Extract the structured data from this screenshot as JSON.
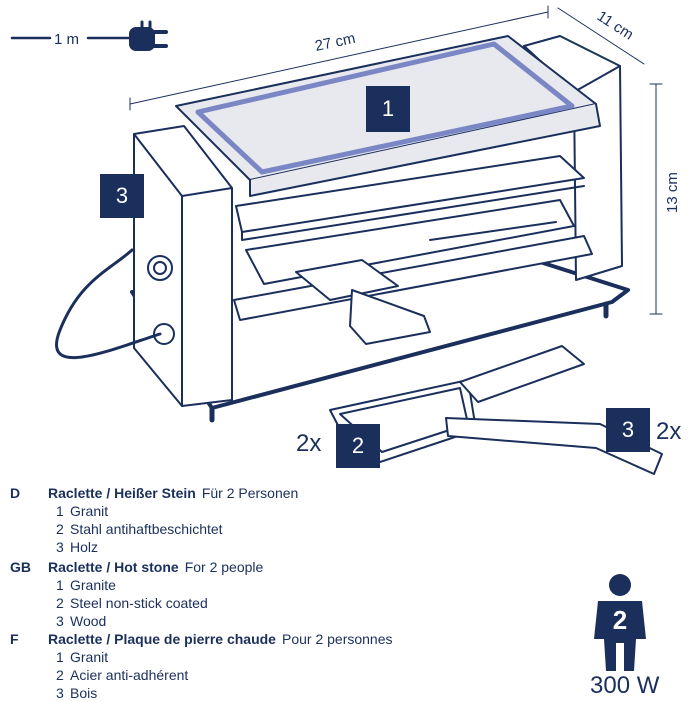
{
  "illustration": {
    "cord_length": "1 m",
    "width": "27 cm",
    "depth": "11 cm",
    "height": "13 cm"
  },
  "badges": {
    "granite": "1",
    "pan": "2",
    "wood": "3"
  },
  "multipliers": {
    "pan": "2x",
    "spatula": "2x"
  },
  "languages": [
    {
      "code": "D",
      "title": "Raclette / Heißer Stein",
      "subtitle": "Für 2 Personen",
      "items": [
        {
          "num": "1",
          "text": "Granit"
        },
        {
          "num": "2",
          "text": "Stahl antihaftbeschichtet"
        },
        {
          "num": "3",
          "text": "Holz"
        }
      ]
    },
    {
      "code": "GB",
      "title": "Raclette / Hot stone",
      "subtitle": "For 2 people",
      "items": [
        {
          "num": "1",
          "text": "Granite"
        },
        {
          "num": "2",
          "text": "Steel non-stick coated"
        },
        {
          "num": "3",
          "text": "Wood"
        }
      ]
    },
    {
      "code": "F",
      "title": "Raclette / Plaque de pierre chaude",
      "subtitle": "Pour 2 personnes",
      "items": [
        {
          "num": "1",
          "text": "Granit"
        },
        {
          "num": "2",
          "text": "Acier anti-adhérent"
        },
        {
          "num": "3",
          "text": "Bois"
        }
      ]
    }
  ],
  "persons": {
    "count": "2",
    "power": "300 W"
  },
  "colors": {
    "primary": "#1b2f5c",
    "stone_outline": "#7b86c4",
    "surface": "#e7e9ee"
  }
}
